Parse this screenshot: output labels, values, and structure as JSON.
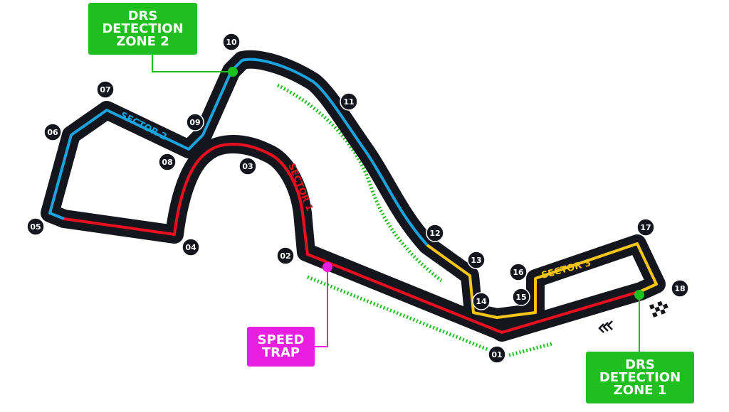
{
  "colors": {
    "track": "#15151e",
    "sector1": "#e8101f",
    "sector2": "#1aa3dd",
    "sector3": "#f5c518",
    "drs": "#1fbf1f",
    "speed_trap": "#e81ee0",
    "marker_bg": "#15151e",
    "marker_text": "#ffffff"
  },
  "sectors": {
    "sector1": "SECTOR 1",
    "sector2": "SECTOR 2",
    "sector3": "SECTOR 3"
  },
  "callouts": {
    "drs_zone_2": "DRS\nDETECTION\nZONE 2",
    "drs_zone_1": "DRS\nDETECTION\nZONE 1",
    "speed_trap": "SPEED\nTRAP"
  },
  "turns": [
    "01",
    "02",
    "03",
    "04",
    "05",
    "06",
    "07",
    "08",
    "09",
    "10",
    "11",
    "12",
    "13",
    "14",
    "15",
    "16",
    "17",
    "18"
  ],
  "icons": {
    "finish": "checkered-flag-icon",
    "direction": "direction-chevrons-icon"
  }
}
